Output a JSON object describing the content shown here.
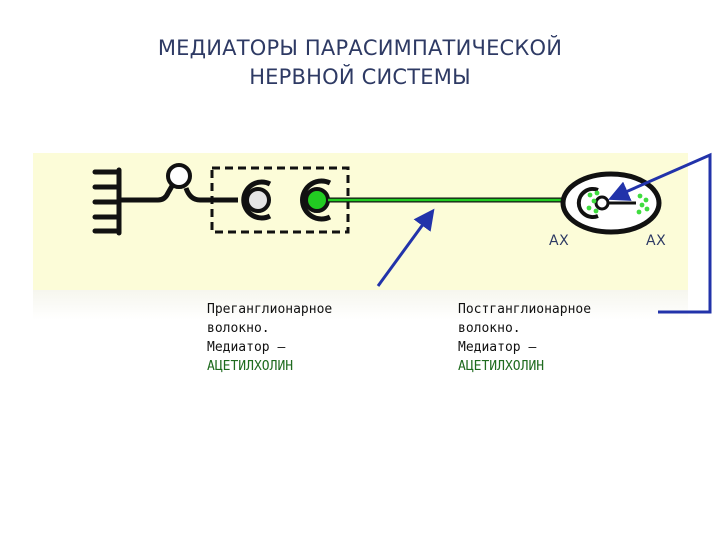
{
  "title": {
    "line1": "МЕДИАТОРЫ ПАРАСИМПАТИЧЕСКОЙ",
    "line2": "НЕРВНОЙ СИСТЕМЫ"
  },
  "labels": {
    "ax_left": "АХ",
    "ax_right": "АХ"
  },
  "preganglionic": {
    "line1": "Преганглионарное",
    "line2": "волокно.",
    "line3": "Медиатор –",
    "mediator": "АЦЕТИЛХОЛИН"
  },
  "postganglionic": {
    "line1": "Постганглионарное",
    "line2": "волокно.",
    "line3": "Медиатор –",
    "mediator": "АЦЕТИЛХОЛИН"
  },
  "colors": {
    "title": "#2e3a64",
    "panel": "#fcfcd8",
    "fiber": "#22cc22",
    "arrow": "#2233aa",
    "mediator_text": "#1f6b1f"
  }
}
